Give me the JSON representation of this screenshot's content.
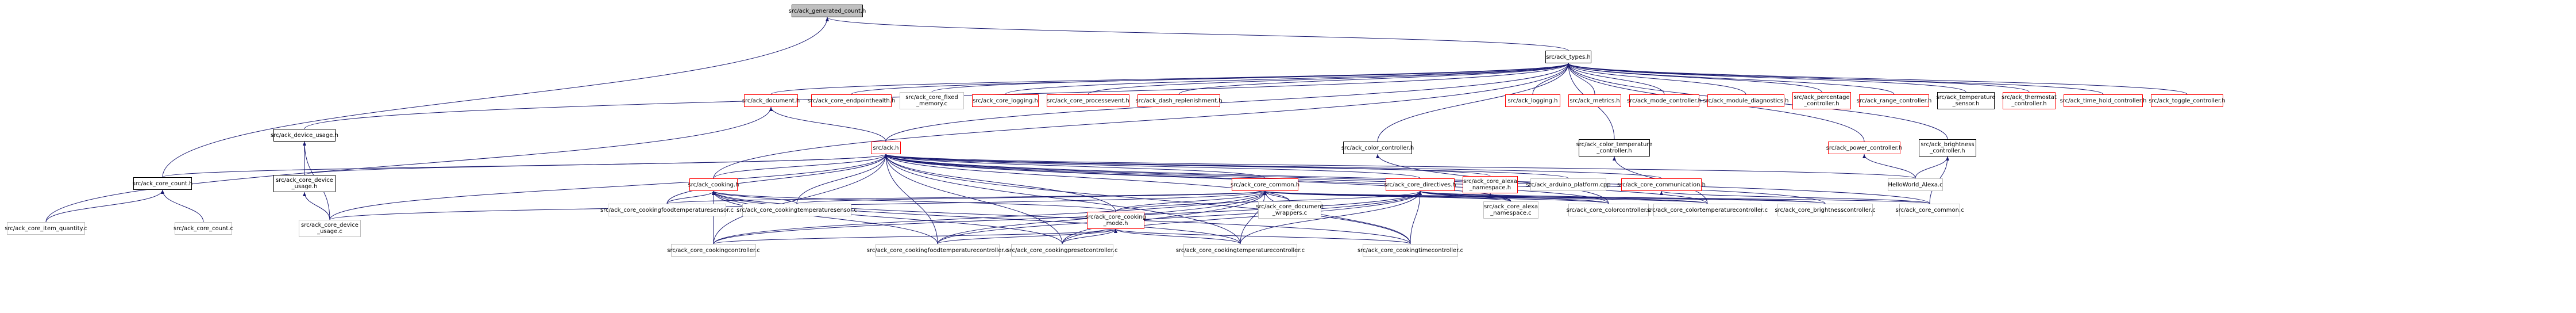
{
  "graph": {
    "root": "src/ack_generated_count.h",
    "colors": {
      "edge": "#191970",
      "border_linked": "#bfbfbf",
      "border_truncated": "#ff0000",
      "border_plain": "#000000",
      "root_fill": "#bfbfbf"
    },
    "nodes": [
      {
        "id": "root",
        "label": "src/ack_generated_count.h",
        "style": "root"
      },
      {
        "id": "types",
        "label": "src/ack_types.h",
        "style": "plain"
      },
      {
        "id": "document",
        "label": "src/ack_document.h",
        "style": "red"
      },
      {
        "id": "endpointhealth",
        "label": "src/ack_core_endpointhealth.h",
        "style": "red"
      },
      {
        "id": "fixedmem",
        "label": "src/ack_core_fixed\n_memory.c",
        "style": "linked"
      },
      {
        "id": "corelogging",
        "label": "src/ack_core_logging.h",
        "style": "red"
      },
      {
        "id": "processevent",
        "label": "src/ack_core_processevent.h",
        "style": "red"
      },
      {
        "id": "dashrepl",
        "label": "src/ack_dash_replenishment.h",
        "style": "red"
      },
      {
        "id": "logging",
        "label": "src/ack_logging.h",
        "style": "red"
      },
      {
        "id": "metrics",
        "label": "src/ack_metrics.h",
        "style": "red"
      },
      {
        "id": "modectrl",
        "label": "src/ack_mode_controller.h",
        "style": "red"
      },
      {
        "id": "moddiag",
        "label": "src/ack_module_diagnostics.h",
        "style": "red"
      },
      {
        "id": "pctctrl",
        "label": "src/ack_percentage\n_controller.h",
        "style": "red"
      },
      {
        "id": "rangectrl",
        "label": "src/ack_range_controller.h",
        "style": "red"
      },
      {
        "id": "tempsensor",
        "label": "src/ack_temperature\n_sensor.h",
        "style": "plain"
      },
      {
        "id": "thermo",
        "label": "src/ack_thermostat\n_controller.h",
        "style": "red"
      },
      {
        "id": "timehold",
        "label": "src/ack_time_hold_controller.h",
        "style": "red"
      },
      {
        "id": "toggle",
        "label": "src/ack_toggle_controller.h",
        "style": "red"
      },
      {
        "id": "devusage",
        "label": "src/ack_device_usage.h",
        "style": "plain"
      },
      {
        "id": "ackh",
        "label": "src/ack.h",
        "style": "red"
      },
      {
        "id": "colorctrlh",
        "label": "src/ack_color_controller.h",
        "style": "plain"
      },
      {
        "id": "colortemph",
        "label": "src/ack_color_temperature\n_controller.h",
        "style": "plain"
      },
      {
        "id": "powerctrl",
        "label": "src/ack_power_controller.h",
        "style": "red"
      },
      {
        "id": "brightnessh",
        "label": "src/ack_brightness\n_controller.h",
        "style": "plain"
      },
      {
        "id": "countc_h",
        "label": "src/ack_core_count.h",
        "style": "plain"
      },
      {
        "id": "coredevusageh",
        "label": "src/ack_core_device\n_usage.h",
        "style": "plain"
      },
      {
        "id": "cooking",
        "label": "src/ack_cooking.h",
        "style": "red"
      },
      {
        "id": "corecommonh",
        "label": "src/ack_core_common.h",
        "style": "red"
      },
      {
        "id": "directives",
        "label": "src/ack_core_directives.h",
        "style": "red"
      },
      {
        "id": "alexans",
        "label": "src/ack_core_alexa\n_namespace.h",
        "style": "red"
      },
      {
        "id": "arduino",
        "label": "src/ack_arduino_platform.cpp",
        "style": "linked"
      },
      {
        "id": "commh",
        "label": "src/ack_core_communication.h",
        "style": "red"
      },
      {
        "id": "hello",
        "label": "HelloWorld_Alexa.c",
        "style": "linked"
      },
      {
        "id": "itemqty",
        "label": "src/ack_core_item_quantity.c",
        "style": "linked"
      },
      {
        "id": "countc",
        "label": "src/ack_core_count.c",
        "style": "linked"
      },
      {
        "id": "devusagec",
        "label": "src/ack_core_device\n_usage.c",
        "style": "linked"
      },
      {
        "id": "foodtempsensor",
        "label": "src/ack_core_cookingfoodtemperaturesensor.c",
        "style": "linked"
      },
      {
        "id": "tempsensorc",
        "label": "src/ack_core_cookingtemperaturesensor.c",
        "style": "linked"
      },
      {
        "id": "docwrap",
        "label": "src/ack_core_document\n_wrappers.c",
        "style": "linked"
      },
      {
        "id": "cookmode",
        "label": "src/ack_core_cooking\n_mode.h",
        "style": "red"
      },
      {
        "id": "alexansc",
        "label": "src/ack_core_alexa\n_namespace.c",
        "style": "linked"
      },
      {
        "id": "colorctrlc",
        "label": "src/ack_core_colorcontroller.c",
        "style": "linked"
      },
      {
        "id": "colortempc",
        "label": "src/ack_core_colortemperaturecontroller.c",
        "style": "linked"
      },
      {
        "id": "brightc",
        "label": "src/ack_core_brightnesscontroller.c",
        "style": "linked"
      },
      {
        "id": "commonc",
        "label": "src/ack_core_common.c",
        "style": "linked"
      },
      {
        "id": "cookctrl",
        "label": "src/ack_core_cookingcontroller.c",
        "style": "linked"
      },
      {
        "id": "foodtempctrl",
        "label": "src/ack_core_cookingfoodtemperaturecontroller.c",
        "style": "linked"
      },
      {
        "id": "presetctrl",
        "label": "src/ack_core_cookingpresetcontroller.c",
        "style": "linked"
      },
      {
        "id": "tempctrl",
        "label": "src/ack_core_cookingtemperaturecontroller.c",
        "style": "linked"
      },
      {
        "id": "timectrl",
        "label": "src/ack_core_cookingtimecontroller.c",
        "style": "linked"
      }
    ],
    "edges": [
      [
        "types",
        "root"
      ],
      [
        "document",
        "types"
      ],
      [
        "endpointhealth",
        "types"
      ],
      [
        "fixedmem",
        "types"
      ],
      [
        "corelogging",
        "types"
      ],
      [
        "processevent",
        "types"
      ],
      [
        "dashrepl",
        "types"
      ],
      [
        "logging",
        "types"
      ],
      [
        "metrics",
        "types"
      ],
      [
        "modectrl",
        "types"
      ],
      [
        "moddiag",
        "types"
      ],
      [
        "pctctrl",
        "types"
      ],
      [
        "rangectrl",
        "types"
      ],
      [
        "tempsensor",
        "types"
      ],
      [
        "thermo",
        "types"
      ],
      [
        "timehold",
        "types"
      ],
      [
        "toggle",
        "types"
      ],
      [
        "devusage",
        "types"
      ],
      [
        "ackh",
        "types"
      ],
      [
        "colorctrlh",
        "types"
      ],
      [
        "colortemph",
        "types"
      ],
      [
        "powerctrl",
        "types"
      ],
      [
        "brightnessh",
        "types"
      ],
      [
        "countc_h",
        "root"
      ],
      [
        "cooking",
        "types"
      ],
      [
        "ackh",
        "document"
      ],
      [
        "itemqty",
        "document"
      ],
      [
        "coredevusageh",
        "devusage"
      ],
      [
        "devusagec",
        "devusage"
      ],
      [
        "devusagec",
        "coredevusageh"
      ],
      [
        "hello",
        "powerctrl"
      ],
      [
        "hello",
        "brightnessh"
      ],
      [
        "commonc",
        "brightnessh"
      ],
      [
        "colorctrlc",
        "colorctrlh"
      ],
      [
        "colortempc",
        "colortemph"
      ],
      [
        "countc_h",
        "ackh"
      ],
      [
        "coredevusageh",
        "ackh"
      ],
      [
        "cooking",
        "ackh"
      ],
      [
        "corecommonh",
        "ackh"
      ],
      [
        "directives",
        "ackh"
      ],
      [
        "alexans",
        "ackh"
      ],
      [
        "arduino",
        "ackh"
      ],
      [
        "commh",
        "ackh"
      ],
      [
        "hello",
        "ackh"
      ],
      [
        "devusagec",
        "ackh"
      ],
      [
        "foodtempsensor",
        "ackh"
      ],
      [
        "tempsensorc",
        "ackh"
      ],
      [
        "docwrap",
        "ackh"
      ],
      [
        "cookmode",
        "ackh"
      ],
      [
        "alexansc",
        "ackh"
      ],
      [
        "colorctrlc",
        "ackh"
      ],
      [
        "colortempc",
        "ackh"
      ],
      [
        "brightc",
        "ackh"
      ],
      [
        "commonc",
        "ackh"
      ],
      [
        "cookctrl",
        "ackh"
      ],
      [
        "foodtempctrl",
        "ackh"
      ],
      [
        "presetctrl",
        "ackh"
      ],
      [
        "tempctrl",
        "ackh"
      ],
      [
        "timectrl",
        "ackh"
      ],
      [
        "itemqty",
        "countc_h"
      ],
      [
        "countc",
        "countc_h"
      ],
      [
        "foodtempsensor",
        "cooking"
      ],
      [
        "tempsensorc",
        "cooking"
      ],
      [
        "cookmode",
        "cooking"
      ],
      [
        "cookctrl",
        "cooking"
      ],
      [
        "foodtempctrl",
        "cooking"
      ],
      [
        "presetctrl",
        "cooking"
      ],
      [
        "tempctrl",
        "cooking"
      ],
      [
        "timectrl",
        "cooking"
      ],
      [
        "devusagec",
        "corecommonh"
      ],
      [
        "foodtempsensor",
        "corecommonh"
      ],
      [
        "tempsensorc",
        "corecommonh"
      ],
      [
        "docwrap",
        "corecommonh"
      ],
      [
        "cookmode",
        "corecommonh"
      ],
      [
        "alexansc",
        "corecommonh"
      ],
      [
        "colorctrlc",
        "corecommonh"
      ],
      [
        "colortempc",
        "corecommonh"
      ],
      [
        "brightc",
        "corecommonh"
      ],
      [
        "commonc",
        "corecommonh"
      ],
      [
        "cookctrl",
        "corecommonh"
      ],
      [
        "foodtempctrl",
        "corecommonh"
      ],
      [
        "presetctrl",
        "corecommonh"
      ],
      [
        "tempctrl",
        "corecommonh"
      ],
      [
        "timectrl",
        "corecommonh"
      ],
      [
        "cookmode",
        "directives"
      ],
      [
        "alexansc",
        "directives"
      ],
      [
        "colorctrlc",
        "directives"
      ],
      [
        "colortempc",
        "directives"
      ],
      [
        "brightc",
        "directives"
      ],
      [
        "cookctrl",
        "directives"
      ],
      [
        "foodtempctrl",
        "directives"
      ],
      [
        "presetctrl",
        "directives"
      ],
      [
        "tempctrl",
        "directives"
      ],
      [
        "timectrl",
        "directives"
      ],
      [
        "alexansc",
        "alexans"
      ],
      [
        "commonc",
        "commh"
      ],
      [
        "cookctrl",
        "cookmode"
      ],
      [
        "foodtempctrl",
        "cookmode"
      ],
      [
        "presetctrl",
        "cookmode"
      ],
      [
        "tempctrl",
        "cookmode"
      ],
      [
        "timectrl",
        "cookmode"
      ]
    ]
  }
}
